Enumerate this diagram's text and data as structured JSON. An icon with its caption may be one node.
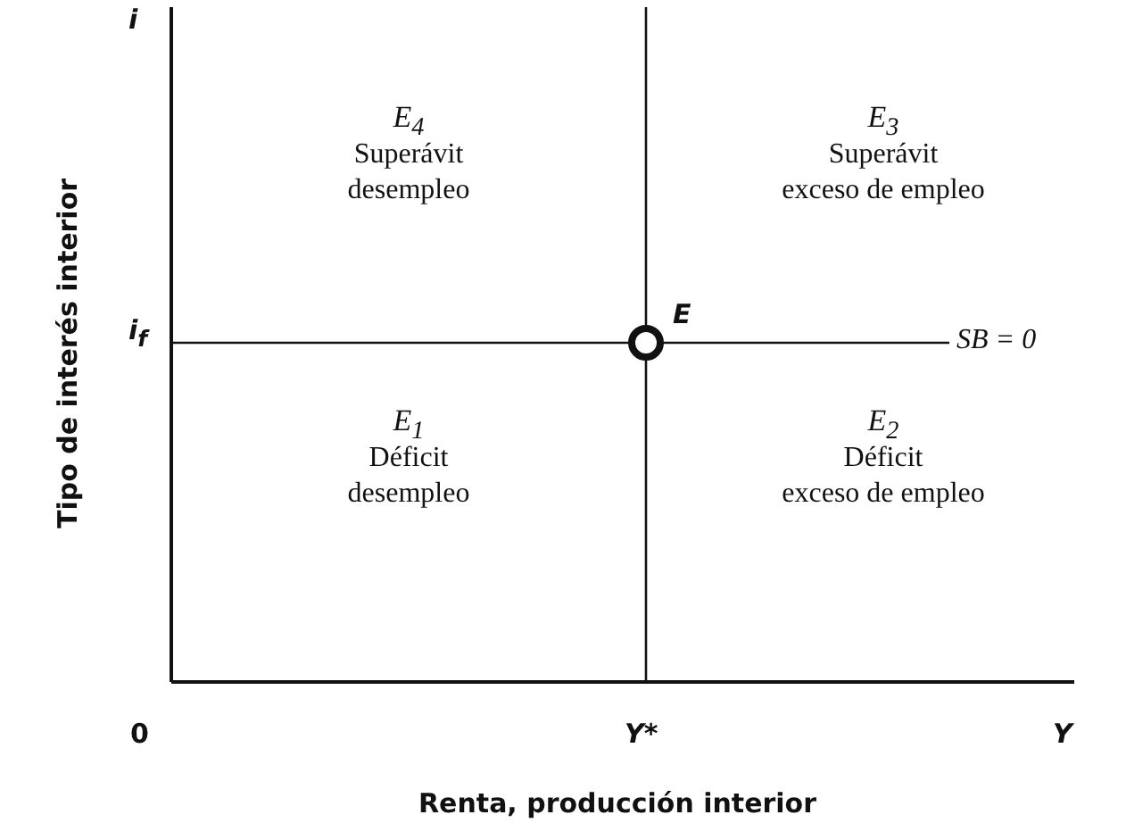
{
  "diagram": {
    "labels": [
      "i",
      "E$_{4}$",
      "Superávit",
      "desempleo",
      "E$_{3}$",
      "Superávit",
      "exceso de empleo",
      "i$_{f}$",
      "E",
      "SB = 0",
      "E$_{1}$",
      "Déficit",
      "desempleo",
      "E$_{2}$",
      "Déficit",
      "exceso de empleo",
      "0",
      "Y*",
      "Y",
      "Tipo de interés interior",
      "Renta, producción interior"
    ]
  }
}
